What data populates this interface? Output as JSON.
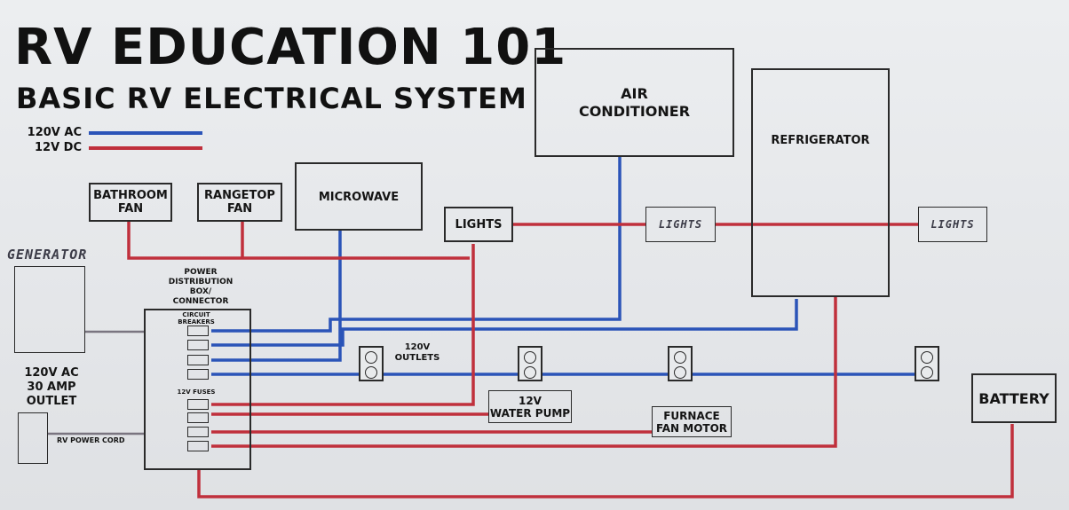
{
  "header": {
    "title": "RV EDUCATION 101",
    "subtitle": "BASIC RV ELECTRICAL SYSTEM"
  },
  "legend": {
    "ac_label": "120V AC",
    "dc_label": "12V DC",
    "ac_color": "#2b54b8",
    "dc_color": "#c0303c"
  },
  "components": {
    "air_conditioner": "AIR\nCONDITIONER",
    "refrigerator": "REFRIGERATOR",
    "bathroom_fan": "BATHROOM\nFAN",
    "rangetop_fan": "RANGETOP\nFAN",
    "microwave": "MICROWAVE",
    "lights_1": "LIGHTS",
    "lights_2": "LIGHTS",
    "lights_3": "LIGHTS",
    "generator": "GENERATOR",
    "power_distribution": "POWER\nDISTRIBUTION\nBOX/\nCONNECTOR",
    "circuit_breakers": "CIRCUIT\nBREAKERS",
    "fuses": "12V FUSES",
    "outlets_120v": "120V\nOUTLETS",
    "water_pump": "12V\nWATER PUMP",
    "furnace_fan": "FURNACE\nFAN MOTOR",
    "battery": "BATTERY",
    "shore_outlet": "120V AC\n30 AMP\nOUTLET",
    "power_cord": "RV POWER CORD"
  }
}
